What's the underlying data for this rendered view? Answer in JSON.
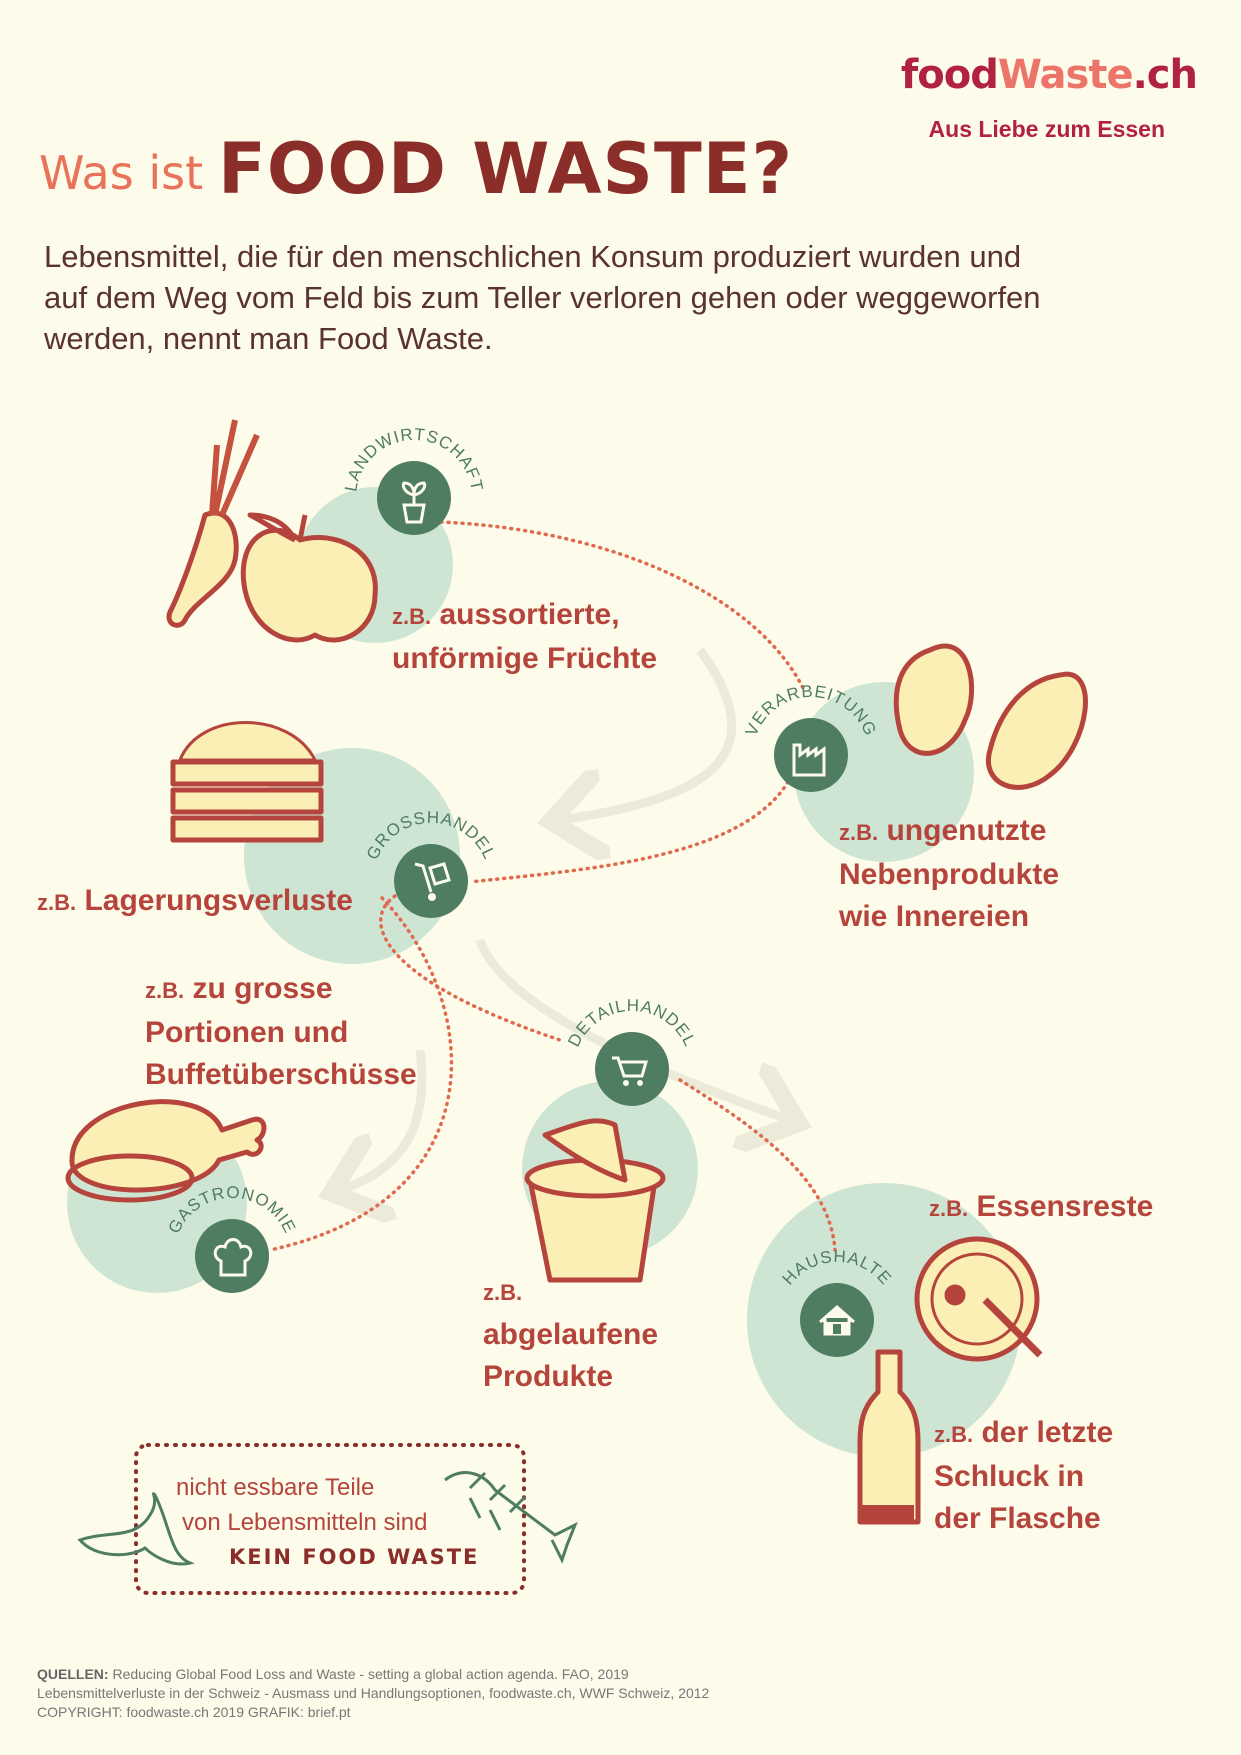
{
  "logo": {
    "part1": "food",
    "part2": "Waste",
    "part3": ".ch",
    "tagline": "Aus Liebe zum Essen"
  },
  "header": {
    "pre": "Was ist",
    "title": "FOOD WASTE?"
  },
  "intro": "Lebensmittel, die für den menschlichen Konsum produziert wurden und auf dem Weg vom Feld bis zum Teller verloren gehen oder weggeworfen werden, nennt man Food Waste.",
  "zb": "z.B.",
  "stages": {
    "landwirtschaft": {
      "name": "LANDWIRTSCHAFT",
      "example": [
        "aussortierte,",
        "unförmige Früchte"
      ]
    },
    "verarbeitung": {
      "name": "VERARBEITUNG",
      "example": [
        "ungenutzte",
        "Nebenprodukte",
        "wie Innereien"
      ]
    },
    "grosshandel": {
      "name": "GROSSHANDEL",
      "example": [
        "Lagerungsverluste"
      ]
    },
    "gastronomie": {
      "name": "GASTRONOMIE",
      "example": [
        "zu grosse",
        "Portionen und",
        "Buffetüberschüsse"
      ]
    },
    "detailhandel": {
      "name": "DETAILHANDEL",
      "example": [
        "",
        "abgelaufene",
        "Produkte"
      ]
    },
    "haushalte": {
      "name": "HAUSHALTE",
      "example": [
        "Essensreste"
      ],
      "example2": [
        "der letzte",
        "Schluck in",
        "der Flasche"
      ]
    }
  },
  "note": {
    "line1": "nicht essbare Teile",
    "line2": "von Lebensmitteln sind",
    "line3": "KEIN FOOD WASTE"
  },
  "footer": {
    "label": "QUELLEN:",
    "source1": "Reducing Global Food Loss and Waste - setting a global action agenda. FAO, 2019",
    "source2": "Lebensmittelverluste in der Schweiz - Ausmass und Handlungsoptionen, foodwaste.ch, WWF Schweiz, 2012",
    "copyright": "COPYRIGHT: foodwaste.ch 2019 GRAFIK: brief.pt"
  },
  "colors": {
    "background": "#fdfbe9",
    "title": "#8b2e2a",
    "accent": "#e8735a",
    "label": "#b5453c",
    "circle": "#cfe5d4",
    "icon": "#4e7d62",
    "path": "#e06a50"
  }
}
